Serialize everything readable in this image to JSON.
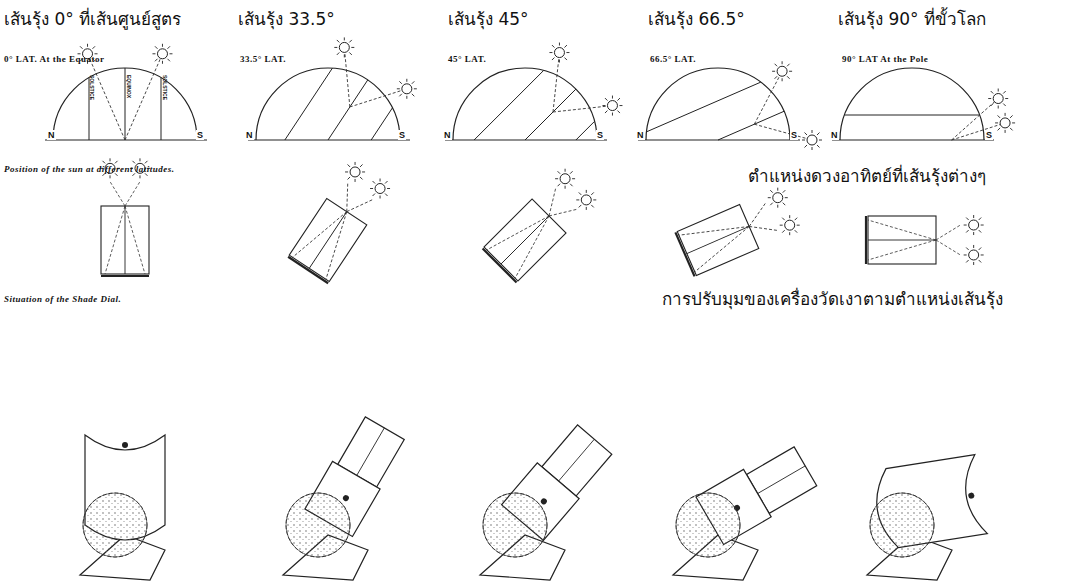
{
  "diagram": {
    "labels": [
      "เส้นรุ้ง 0° ที่เส้นศูนย์สูตร",
      "เส้นรุ้ง 33.5°",
      "เส้นรุ้ง 45°",
      "เส้นรุ้ง 66.5°",
      "เส้นรุ้ง 90° ที่ขั้วโลก",
      "0° LAT. At the Equator",
      "33.5° LAT.",
      "45° LAT.",
      "66.5° LAT.",
      "90° LAT At the Pole",
      "SOLSTICE",
      "EQUINOX",
      "SOLSTICE",
      "N",
      "S",
      "N",
      "S",
      "N",
      "S",
      "N",
      "S",
      "N",
      "S",
      "Position of the sun at different latitudes.",
      "ตำแหน่งดวงอาทิตย์ที่เส้นรุ้งต่างๆ",
      "Situation of the Shade Dial.",
      "การปรับมุมของเครื่องวัดเงาตามตำแหน่งเส้นรุ้ง"
    ]
  }
}
